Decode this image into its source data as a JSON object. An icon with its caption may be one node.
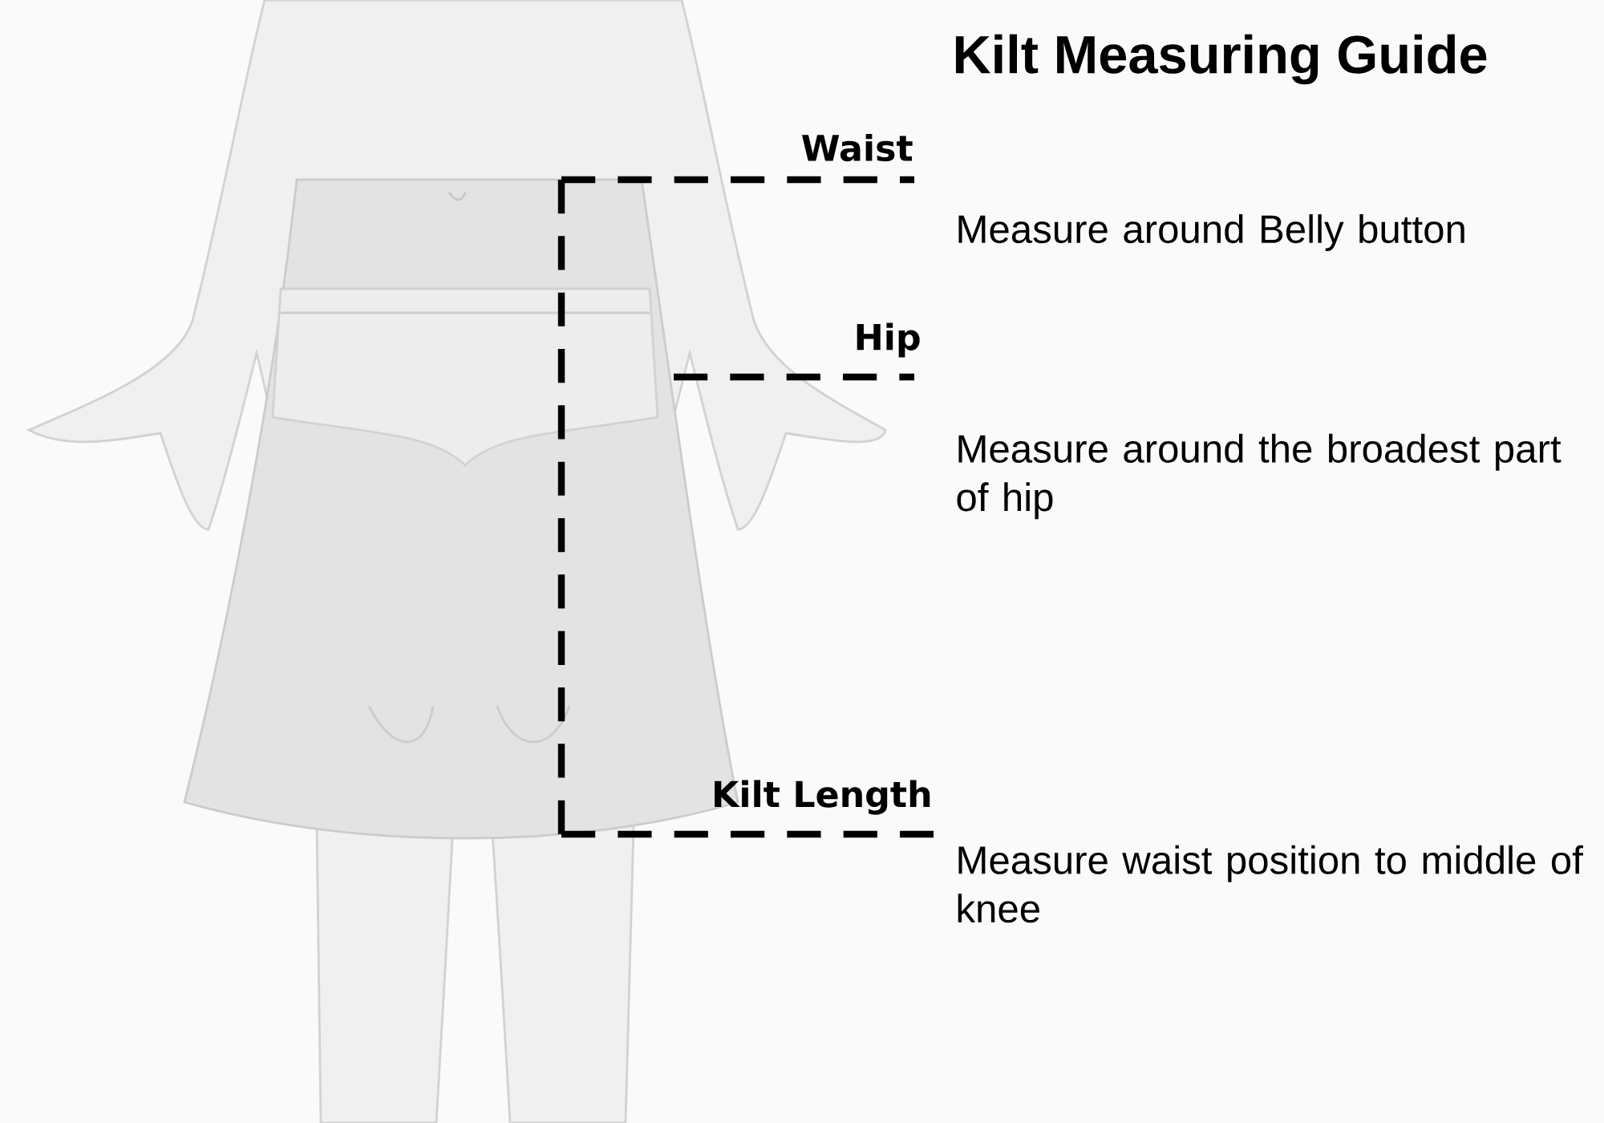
{
  "diagram": {
    "title": "Kilt Measuring Guide",
    "labels": [
      "Waist",
      "Measure around Belly button",
      "Hip",
      "Measure around the broadest part of hip",
      "Kilt Length",
      "Measure waist position to middle of knee"
    ]
  }
}
